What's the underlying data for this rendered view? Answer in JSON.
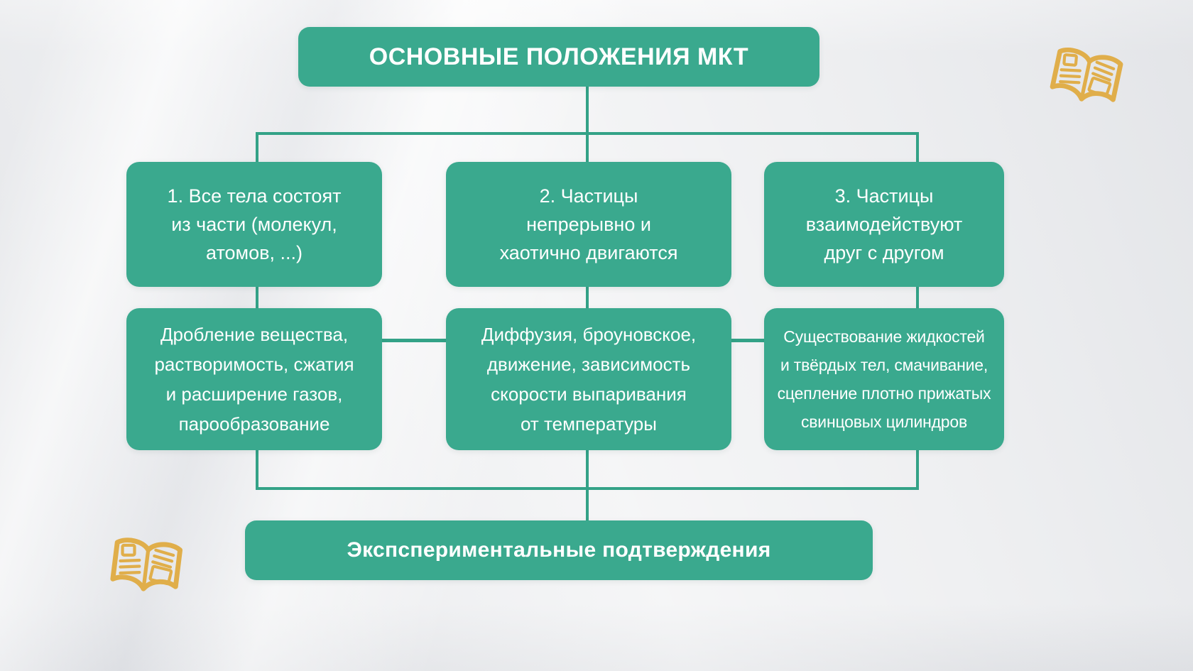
{
  "colors": {
    "teal": "#3aa98e",
    "line": "#33a287",
    "gold": "#e0ae4a",
    "background": "#edeef0",
    "text_white": "#ffffff"
  },
  "title": {
    "label": "ОСНОВНЫЕ ПОЛОЖЕНИЯ МКТ"
  },
  "principles": [
    {
      "text": "1. Все тела состоят\nиз части (молекул,\nатомов, ...)"
    },
    {
      "text": "2. Частицы\nнепрерывно и\nхаотично двигаются"
    },
    {
      "text": "3. Частицы\nвзаимодействуют\nдруг с другом"
    }
  ],
  "evidence": [
    {
      "text": "Дробление вещества,\nрастворимость, сжатия\nи расширение газов,\nпарообразование"
    },
    {
      "text": "Диффузия, броуновское,\nдвижение, зависимость\nскорости выпаривания\nот температуры"
    },
    {
      "text": "Существование жидкостей\nи твёрдых тел, смачивание,\nсцепление плотно прижатых\nсвинцовых цилиндров"
    }
  ],
  "footer": {
    "label": "Экспспериментальные подтверждения"
  },
  "icons": {
    "top_right": "open-book-icon",
    "bottom_left": "open-book-icon"
  }
}
